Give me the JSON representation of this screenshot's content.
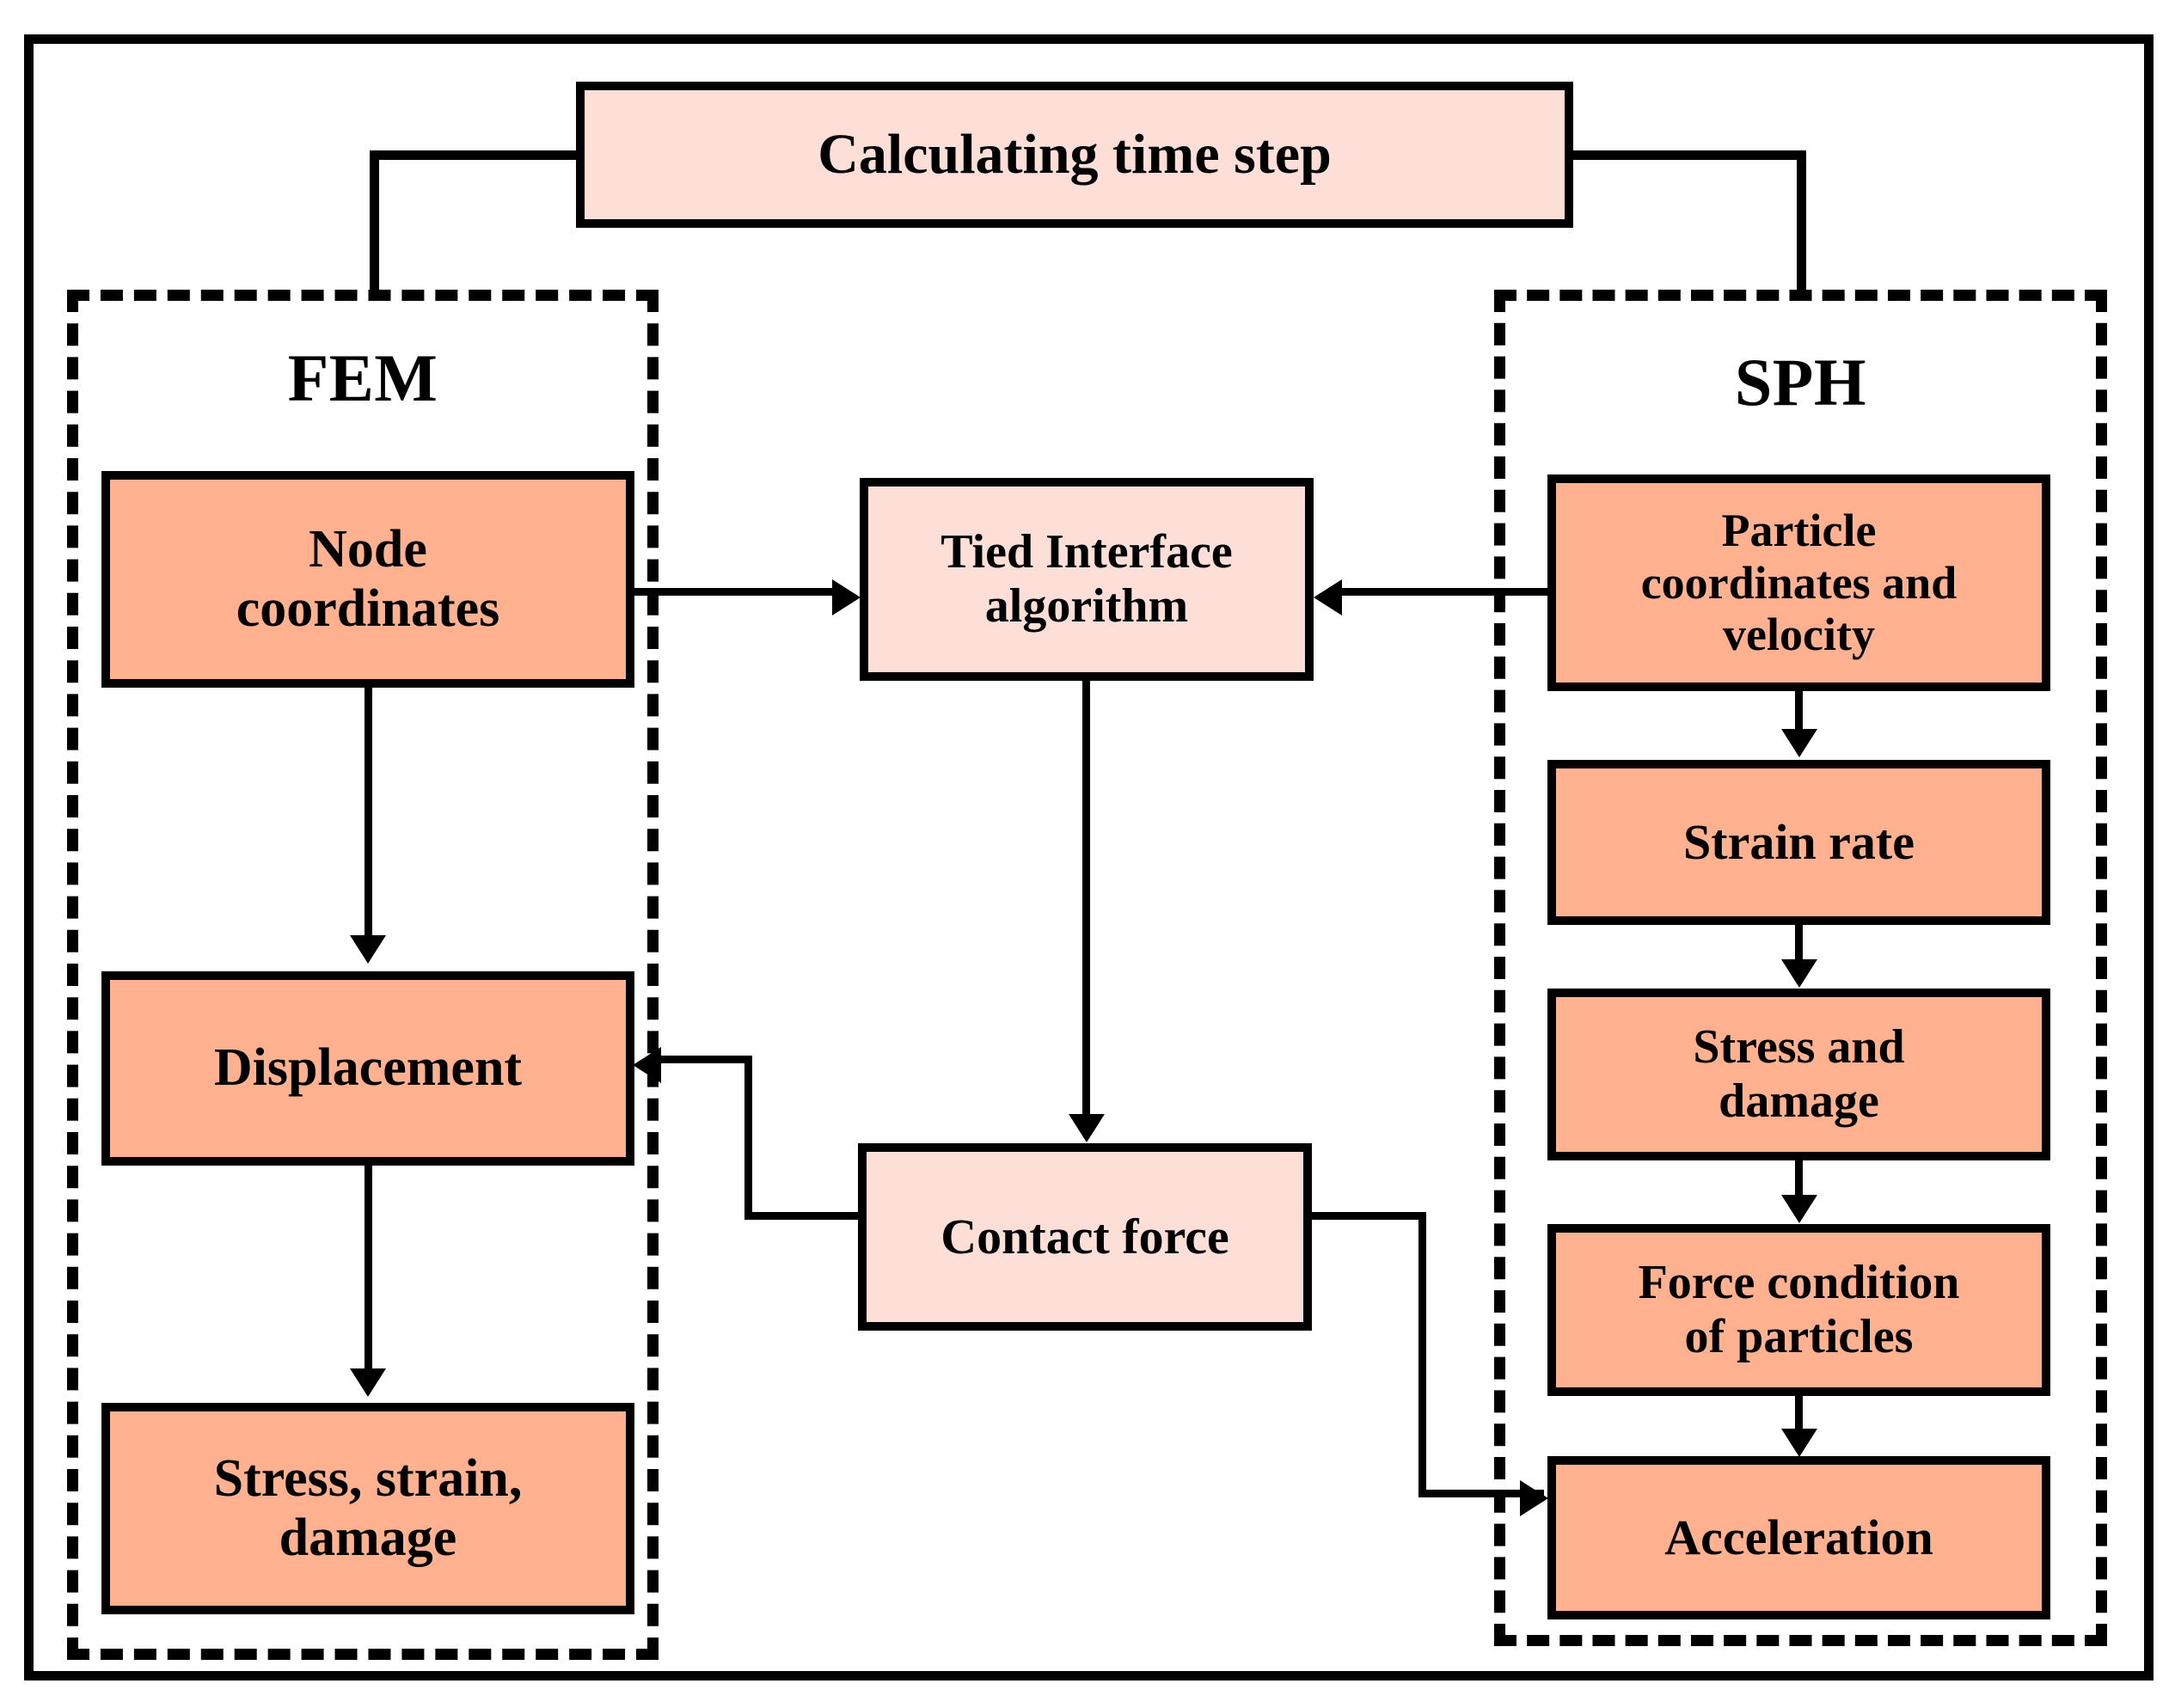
{
  "diagram": {
    "title_box": {
      "label": "Calculating time step"
    },
    "groups": [
      {
        "id": "fem",
        "label": "FEM"
      },
      {
        "id": "sph",
        "label": "SPH"
      }
    ],
    "fem_nodes": [
      {
        "id": "node-coordinates",
        "label": "Node\ncoordinates"
      },
      {
        "id": "displacement",
        "label": "Displacement"
      },
      {
        "id": "stress-strain-damage",
        "label": "Stress, strain,\ndamage"
      }
    ],
    "middle_nodes": [
      {
        "id": "tied-interface-algorithm",
        "label": "Tied Interface\nalgorithm"
      },
      {
        "id": "contact-force",
        "label": "Contact force"
      }
    ],
    "sph_nodes": [
      {
        "id": "particle-coordinates-velocity",
        "label": "Particle\ncoordinates and\nvelocity"
      },
      {
        "id": "strain-rate",
        "label": "Strain rate"
      },
      {
        "id": "stress-and-damage",
        "label": "Stress and\ndamage"
      },
      {
        "id": "force-condition-of-particles",
        "label": "Force condition\nof particles"
      },
      {
        "id": "acceleration",
        "label": "Acceleration"
      }
    ],
    "colors": {
      "node_fill_dark": "#FFB190",
      "node_fill_light": "#FDDFD8",
      "stroke": "#000000",
      "background": "#FFFFFF"
    }
  }
}
